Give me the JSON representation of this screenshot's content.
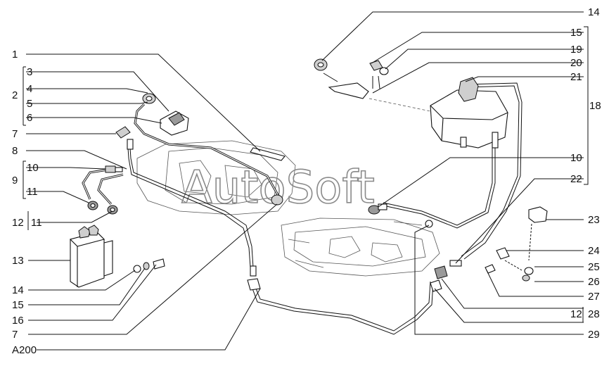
{
  "watermark": "AutoSoft",
  "labels_left": [
    "1",
    "3",
    "4",
    "5",
    "6",
    "2",
    "7",
    "8",
    "10",
    "9",
    "11",
    "12",
    "11",
    "13",
    "14",
    "15",
    "16",
    "7",
    "A200"
  ],
  "labels_right": [
    "14",
    "15",
    "19",
    "20",
    "21",
    "18",
    "10",
    "22",
    "23",
    "24",
    "25",
    "26",
    "27",
    "12",
    "28",
    "29"
  ]
}
